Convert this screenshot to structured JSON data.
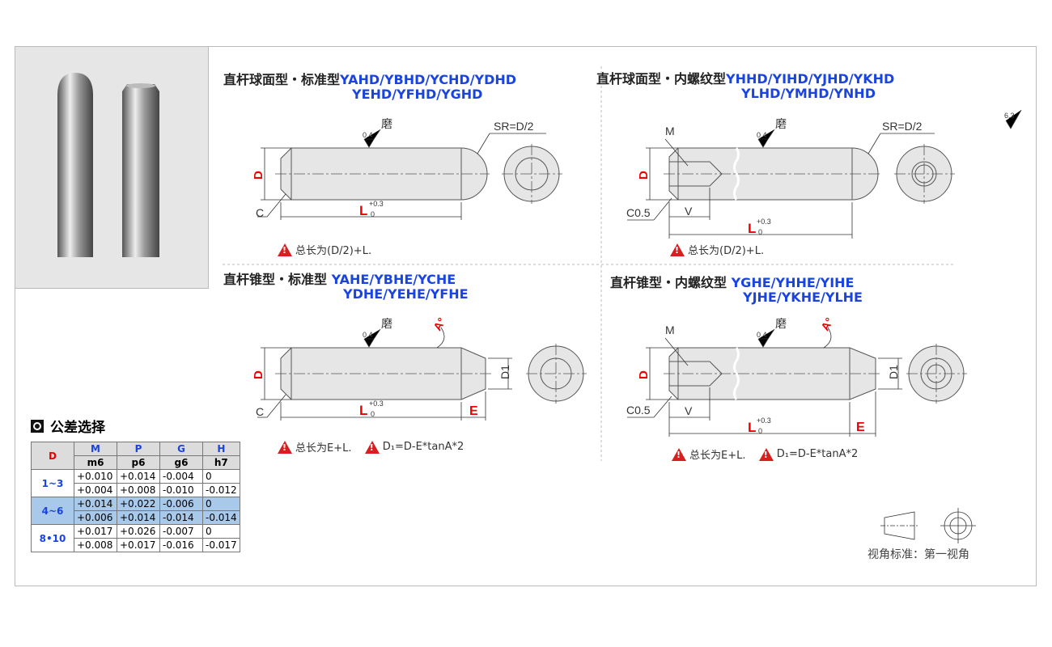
{
  "q1": {
    "title": "直杆球面型・标准型",
    "codes1": "YAHD/YBHD/YCHD/YDHD",
    "codes2": "YEHD/YFHD/YGHD",
    "note": "总长为(D/2)+L.",
    "sr": "SR=D/2"
  },
  "q2": {
    "title": "直杆球面型・内螺纹型",
    "codes1": "YHHD/YIHD/YJHD/YKHD",
    "codes2": "YLHD/YMHD/YNHD",
    "note": "总长为(D/2)+L.",
    "sr": "SR=D/2"
  },
  "q3": {
    "title": "直杆锥型・标准型",
    "codes1": "YAHE/YBHE/YCHE",
    "codes2": "YDHE/YEHE/YFHE",
    "note1": "总长为E+L.",
    "note2": "D₁=D-E*tanA*2"
  },
  "q4": {
    "title": "直杆锥型・内螺纹型",
    "codes1": "YGHE/YHHE/YIHE",
    "codes2": "YJHE/YKHE/YLHE",
    "note1": "总长为E+L.",
    "note2": "D₁=D-E*tanA*2"
  },
  "dims": {
    "d": "D",
    "l": "L",
    "tol_up": "+0.3",
    "tol_low": "0",
    "c": "C",
    "c05": "C0.5",
    "m": "M",
    "v": "V",
    "e": "E",
    "d1": "D1",
    "a": "A°",
    "grind": "磨",
    "rough": "0.4",
    "roughness_global": "6.3"
  },
  "tolerance": {
    "title": "公差选择",
    "headers": [
      "D",
      "M",
      "P",
      "G",
      "H"
    ],
    "subheaders": [
      "m6",
      "p6",
      "g6",
      "h7"
    ],
    "rows": [
      {
        "d": "1~3",
        "vals": [
          [
            "+0.010",
            "+0.004"
          ],
          [
            "+0.014",
            "+0.008"
          ],
          [
            "-0.004",
            "-0.010"
          ],
          [
            "0",
            "-0.012"
          ]
        ]
      },
      {
        "d": "4~6",
        "vals": [
          [
            "+0.014",
            "+0.006"
          ],
          [
            "+0.022",
            "+0.014"
          ],
          [
            "-0.006",
            "-0.014"
          ],
          [
            "0",
            "-0.014"
          ]
        ]
      },
      {
        "d": "8•10",
        "vals": [
          [
            "+0.017",
            "+0.008"
          ],
          [
            "+0.026",
            "+0.017"
          ],
          [
            "-0.007",
            "-0.016"
          ],
          [
            "0",
            "-0.017"
          ]
        ]
      }
    ]
  },
  "projection": "视角标准：第一视角"
}
